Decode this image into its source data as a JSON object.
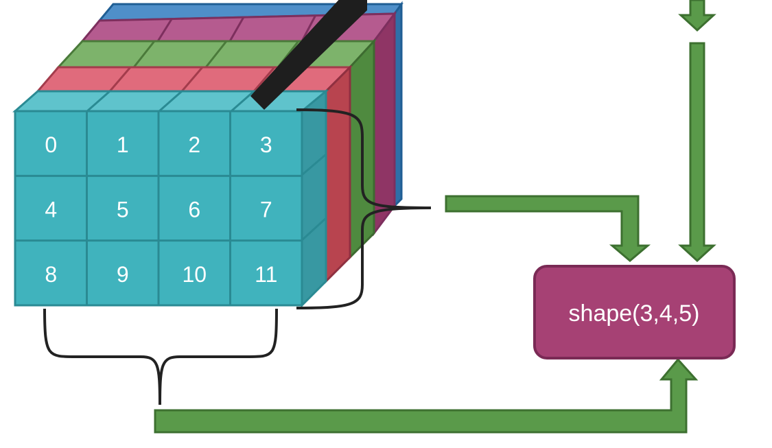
{
  "diagram": {
    "front_grid": {
      "rows": 3,
      "cols": 4,
      "values": [
        "0",
        "1",
        "2",
        "3",
        "4",
        "5",
        "6",
        "7",
        "8",
        "9",
        "10",
        "11"
      ]
    },
    "layer_colors": {
      "front": "#40b3bd",
      "red": "#e06b7c",
      "green": "#7db36b",
      "purple": "#b55b8f",
      "blue": "#3f83bf"
    },
    "arrow_color": "#5a9a4a",
    "shape_box": {
      "label": "shape(3,4,5)",
      "color": "#a64174"
    }
  }
}
